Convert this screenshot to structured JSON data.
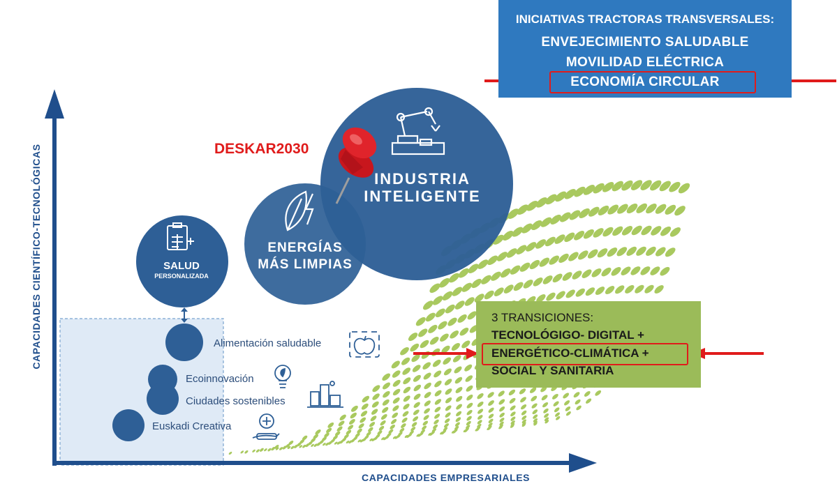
{
  "top_box": {
    "title": "INICIATIVAS TRACTORAS TRANSVERSALES:",
    "items": [
      "ENVEJECIMIENTO SALUDABLE",
      "MOVILIDAD ELÉCTRICA",
      "ECONOMÍA CIRCULAR"
    ]
  },
  "transitions_box": {
    "title": "3 TRANSICIONES:",
    "items": [
      "TECNOLÓGIGO- DIGITAL +",
      "ENERGÉTICO-CLIMÁTICA +",
      "SOCIAL Y SANITARIA"
    ]
  },
  "pin_label": "DESKAR2030",
  "circles": {
    "industria": [
      "INDUSTRIA",
      "INTELIGENTE"
    ],
    "energias": [
      "ENERGÍAS",
      "MÁS LIMPIAS"
    ],
    "salud": [
      "SALUD",
      "PERSONALIZADA"
    ]
  },
  "small_items": {
    "alimentacion": "Alimentación saludable",
    "ecoinnovacion": "Ecoinnovación",
    "ciudades": "Ciudades sostenibles",
    "euskadi": "Euskadi Creativa"
  },
  "axes": {
    "y_label": "CAPACIDADES CIENTÍFICO-TECNOLÓGICAS",
    "x_label": "CAPACIDADES EMPRESARIALES"
  },
  "colors": {
    "navy": "#1f4e8c",
    "circle_blue": "#2e5f96",
    "top_box_blue": "#2f79bf",
    "green_box": "#9bbb59",
    "dots_green": "#a9c95f",
    "highlight_red": "#e01b1b"
  },
  "icons": [
    "robot-arm-icon",
    "leaf-lightning-icon",
    "clipboard-health-icon",
    "apple-icon",
    "lightbulb-leaf-icon",
    "city-icon",
    "brain-hand-icon",
    "push-pin-icon"
  ]
}
